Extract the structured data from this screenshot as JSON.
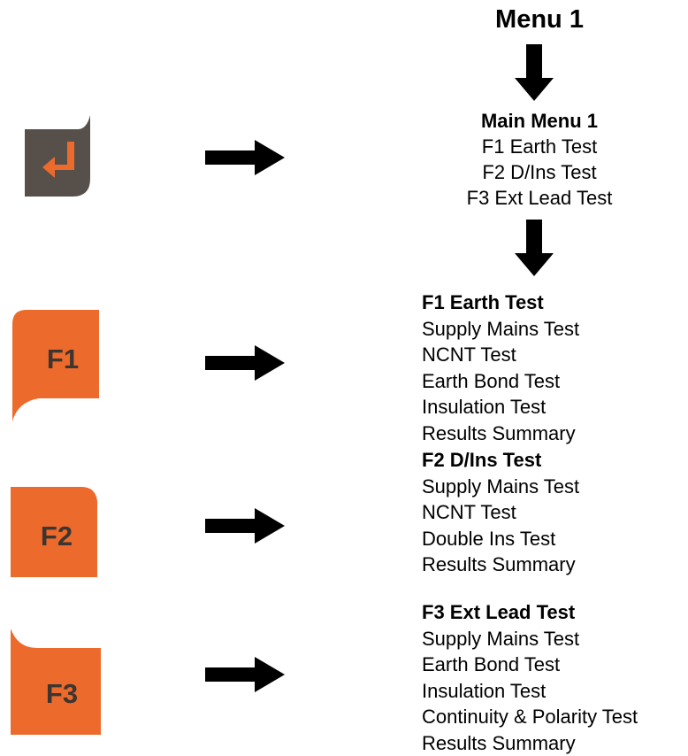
{
  "title": "Menu 1",
  "main_menu": {
    "heading": "Main Menu 1",
    "items": [
      "F1 Earth Test",
      "F2 D/Ins Test",
      "F3 Ext Lead Test"
    ]
  },
  "keys": {
    "enter": {
      "icon": "enter-return-icon",
      "color": "#57504a",
      "arrow_color": "#ec6a2b"
    },
    "f1": {
      "label": "F1",
      "color": "#ec6a2b"
    },
    "f2": {
      "label": "F2",
      "color": "#ec6a2b"
    },
    "f3": {
      "label": "F3",
      "color": "#ec6a2b"
    }
  },
  "menus": [
    {
      "heading": "F1 Earth Test",
      "items": [
        "Supply Mains Test",
        "NCNT Test",
        "Earth Bond Test",
        "Insulation Test",
        "Results Summary"
      ]
    },
    {
      "heading": "F2 D/Ins Test",
      "items": [
        "Supply Mains Test",
        "NCNT Test",
        "Double Ins Test",
        "Results Summary"
      ]
    },
    {
      "heading": "F3 Ext Lead Test",
      "items": [
        "Supply Mains Test",
        "Earth Bond Test",
        "Insulation Test",
        "Continuity & Polarity Test",
        "Results Summary"
      ]
    }
  ]
}
